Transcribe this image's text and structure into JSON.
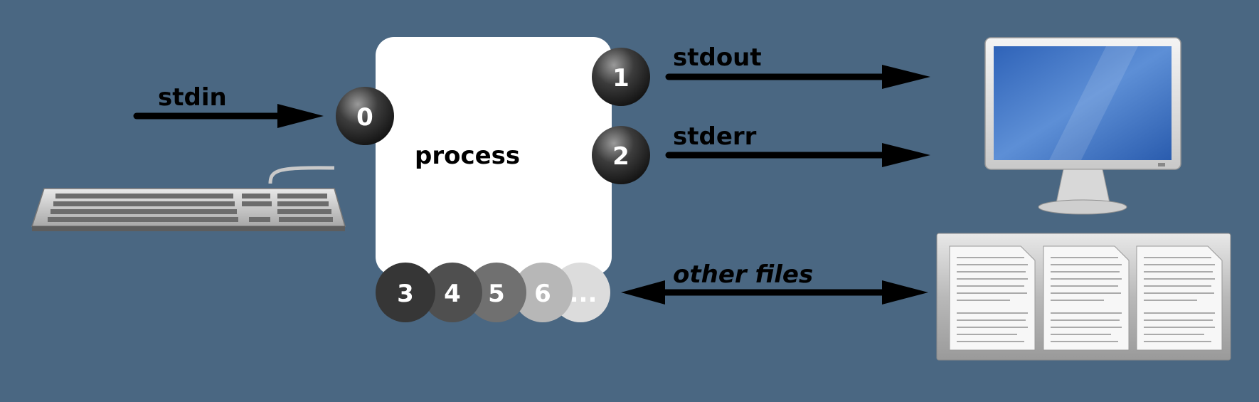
{
  "labels": {
    "stdin": "stdin",
    "stdout": "stdout",
    "stderr": "stderr",
    "process": "process",
    "other_files": "other files"
  },
  "descriptors": {
    "fd0": "0",
    "fd1": "1",
    "fd2": "2",
    "fd3": "3",
    "fd4": "4",
    "fd5": "5",
    "fd6": "6",
    "fd_more": "..."
  },
  "icons": {
    "keyboard": "keyboard-icon",
    "monitor": "monitor-icon",
    "files": "documents-icon"
  },
  "colors": {
    "background": "#4a6782",
    "process_box": "#ffffff",
    "arrow": "#000000"
  }
}
